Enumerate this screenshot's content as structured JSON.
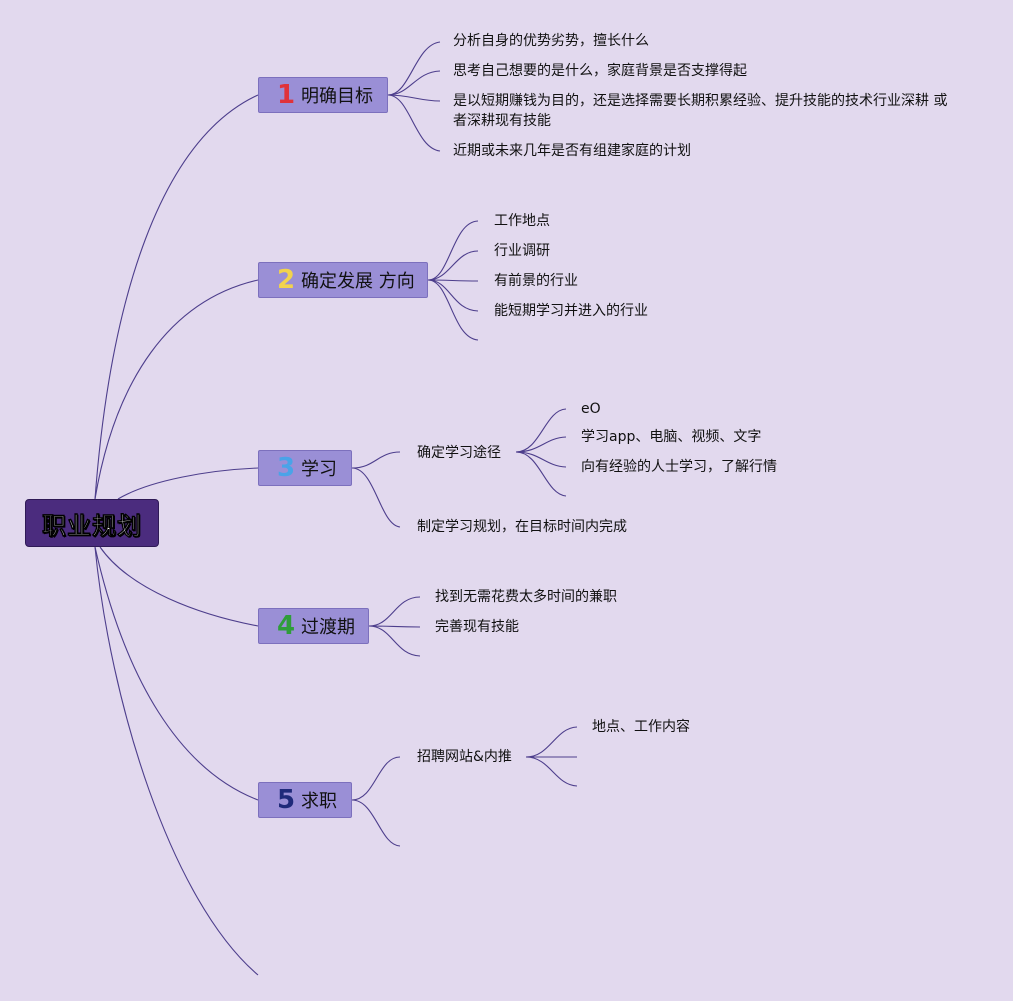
{
  "root": {
    "label": "职业规划"
  },
  "branches": [
    {
      "num": "1",
      "num_color": "#e0323a",
      "label": "明确目标",
      "items": [
        "分析自身的优势劣势，擅长什么",
        "思考自己想要的是什么，家庭背景是否支撑得起",
        "是以短期赚钱为目的，还是选择需要长期积累经验、提升技能的技术行业深耕 或者深耕现有技能",
        "近期或未来几年是否有组建家庭的计划"
      ]
    },
    {
      "num": "2",
      "num_color": "#f2d34d",
      "label": "确定发展 方向",
      "items": [
        "工作地点",
        "行业调研",
        "有前景的行业",
        "能短期学习并进入的行业"
      ]
    },
    {
      "num": "3",
      "num_color": "#4aa3e8",
      "label": "学习",
      "items": [
        {
          "label": "确定学习途径",
          "children": [
            "eO",
            "学习app、电脑、视频、文字",
            "向有经验的人士学习，了解行情"
          ]
        },
        {
          "label": "制定学习规划，在目标时间内完成"
        }
      ]
    },
    {
      "num": "4",
      "num_color": "#2f9d3a",
      "label": "过渡期",
      "items": [
        "找到无需花费太多时间的兼职",
        "完善现有技能"
      ]
    },
    {
      "num": "5",
      "num_color": "#1f2a7a",
      "label": "求职",
      "items": [
        {
          "label": "招聘网站&内推",
          "children": [
            "地点、工作内容"
          ]
        }
      ]
    }
  ],
  "colors": {
    "background": "#e2d9ee",
    "root_fill": "#4b2c7e",
    "branch_fill": "#9a8fd6",
    "connector": "#4d3e8c"
  }
}
